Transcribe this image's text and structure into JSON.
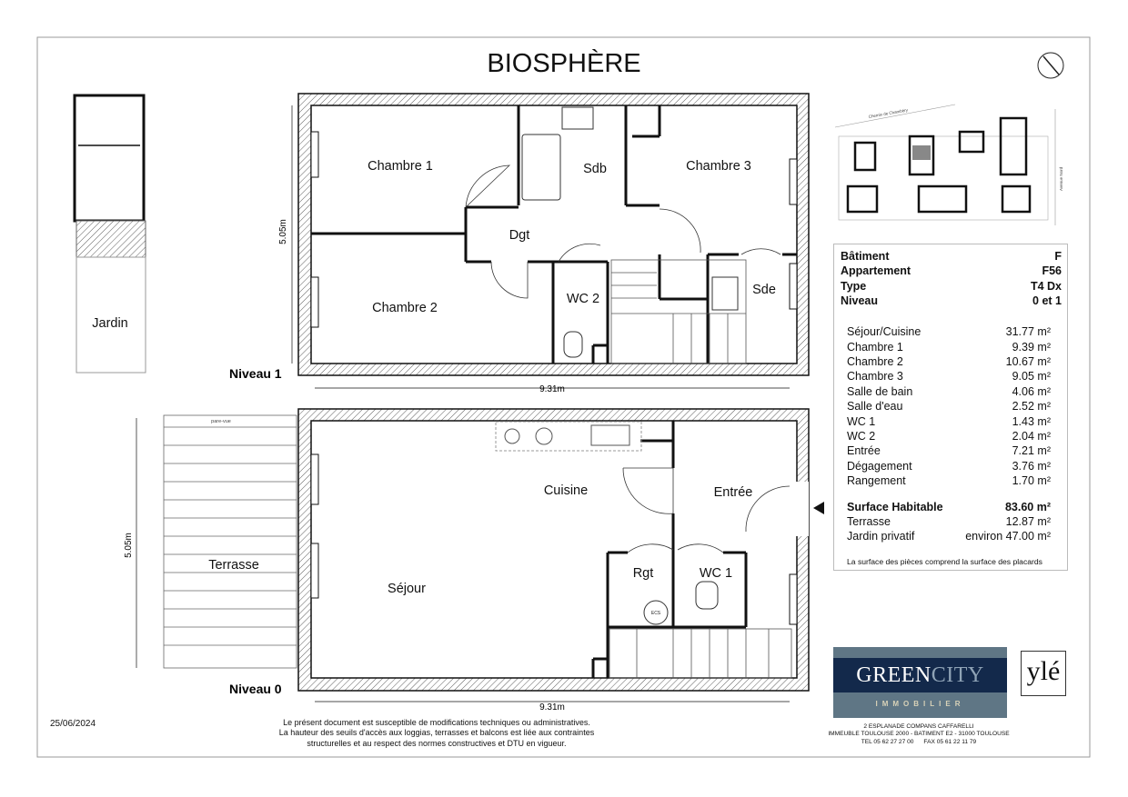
{
  "title": "BIOSPHÈRE",
  "date": "25/06/2024",
  "disclaimer": [
    "Le présent document est susceptible de modifications techniques ou administratives.",
    "La hauteur des seuils d'accès aux loggias, terrasses et balcons est liée aux contraintes",
    "structurelles et au respect des normes constructives et DTU en vigueur."
  ],
  "levels": {
    "level1": {
      "label": "Niveau 1",
      "width_dim": "9.31m",
      "depth_dim": "5.05m",
      "rooms": {
        "chambre1": "Chambre 1",
        "sdb": "Sdb",
        "chambre3": "Chambre 3",
        "dgt": "Dgt",
        "chambre2": "Chambre 2",
        "wc2": "WC 2",
        "sde": "Sde"
      }
    },
    "level0": {
      "label": "Niveau 0",
      "width_dim": "9.31m",
      "depth_dim": "5.05m",
      "rooms": {
        "cuisine": "Cuisine",
        "entree": "Entrée",
        "rgt": "Rgt",
        "wc1": "WC 1",
        "sejour": "Séjour",
        "terrasse": "Terrasse",
        "pare_vue": "pare-vue",
        "ecs": "ECS"
      }
    }
  },
  "garden": {
    "label": "Jardin"
  },
  "site_map": {
    "street_top": "Chemin de Chambéry",
    "street_right": "Avenue Nord"
  },
  "info": {
    "header": [
      {
        "label": "Bâtiment",
        "value": "F"
      },
      {
        "label": "Appartement",
        "value": "F56"
      },
      {
        "label": "Type",
        "value": "T4 Dx"
      },
      {
        "label": "Niveau",
        "value": "0 et 1"
      }
    ],
    "areas": [
      {
        "label": "Séjour/Cuisine",
        "value": "31.77 m²"
      },
      {
        "label": "Chambre 1",
        "value": "9.39 m²"
      },
      {
        "label": "Chambre 2",
        "value": "10.67 m²"
      },
      {
        "label": "Chambre 3",
        "value": "9.05 m²"
      },
      {
        "label": "Salle de bain",
        "value": "4.06 m²"
      },
      {
        "label": "Salle d'eau",
        "value": "2.52 m²"
      },
      {
        "label": "WC 1",
        "value": "1.43 m²"
      },
      {
        "label": "WC 2",
        "value": "2.04 m²"
      },
      {
        "label": "Entrée",
        "value": "7.21 m²"
      },
      {
        "label": "Dégagement",
        "value": "3.76 m²"
      },
      {
        "label": "Rangement",
        "value": "1.70 m²"
      }
    ],
    "totals": [
      {
        "label": "Surface Habitable",
        "value": "83.60 m²"
      },
      {
        "label": "Terrasse",
        "value": "12.87 m²"
      },
      {
        "label": "Jardin privatif",
        "value": "environ 47.00 m²"
      }
    ],
    "note": "La surface des pièces comprend la surface des placards"
  },
  "logo": {
    "brand_a": "GREEN",
    "brand_b": "CITY",
    "sub": "IMMOBILIER",
    "partner": "ylé"
  },
  "address": [
    "2 ESPLANADE COMPANS CAFFARELLI",
    "IMMEUBLE TOULOUSE 2000 - BATIMENT E2 - 31000 TOULOUSE",
    "TEL 05 62 27 27 00      FAX 05 61 22 11 79"
  ],
  "colors": {
    "wall": "#111111",
    "logo_navy": "#13294b",
    "logo_slate": "#5f7685",
    "highlight": "#888888"
  }
}
